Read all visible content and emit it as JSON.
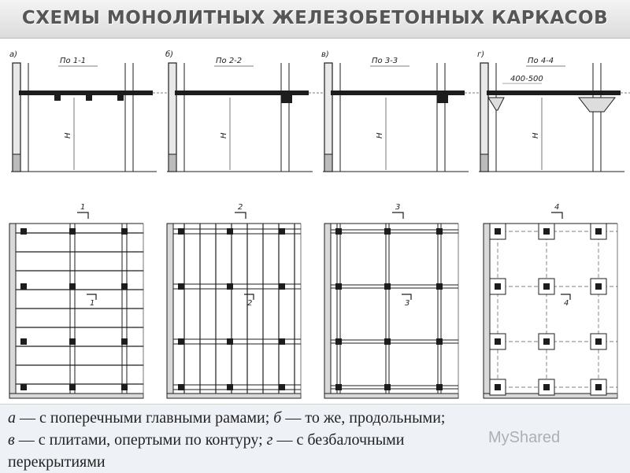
{
  "title": "СХЕМЫ МОНОЛИТНЫХ ЖЕЛЕЗОБЕТОННЫХ КАРКАСОВ",
  "panels": [
    {
      "letter": "а)",
      "section": "По 1-1",
      "height_label": "H",
      "cut": "1"
    },
    {
      "letter": "б)",
      "section": "По 2-2",
      "height_label": "H",
      "cut": "2"
    },
    {
      "letter": "в)",
      "section": "По 3-3",
      "height_label": "H",
      "cut": "3"
    },
    {
      "letter": "г)",
      "section": "По 4-4",
      "height_label": "H",
      "cut": "4",
      "dimension": "400-500"
    }
  ],
  "caption": {
    "line1": [
      {
        "text": "а",
        "italic": true
      },
      {
        "text": " — с поперечными главными рамами; ",
        "italic": false
      },
      {
        "text": "б",
        "italic": true
      },
      {
        "text": " — то же, продольными;",
        "italic": false
      }
    ],
    "line2": [
      {
        "text": "в",
        "italic": true
      },
      {
        "text": " — с плитами, опертыми по контуру; ",
        "italic": false
      },
      {
        "text": "г",
        "italic": true
      },
      {
        "text": " — с безбалочными",
        "italic": false
      }
    ],
    "line3": [
      {
        "text": "перекрытиями",
        "italic": false
      }
    ]
  },
  "watermark": "MyShared"
}
